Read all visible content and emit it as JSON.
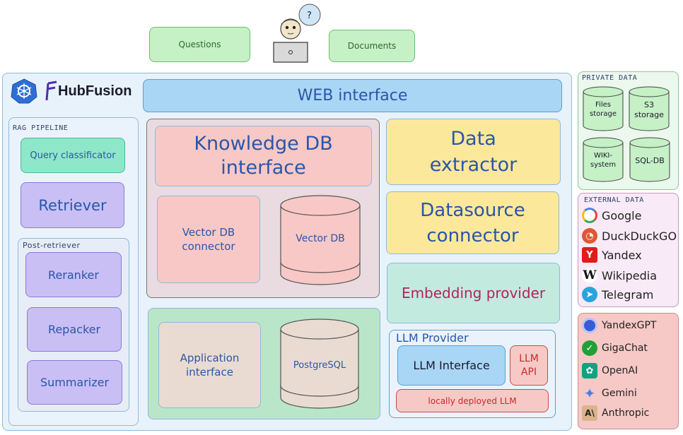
{
  "top": {
    "questions": "Questions",
    "documents": "Documents",
    "thought_bubble": "?"
  },
  "brand": {
    "name": "HubFusion"
  },
  "web_interface": "WEB interface",
  "rag": {
    "title": "RAG PIPELINE",
    "query_classificator": "Query classificator",
    "retriever": "Retriever",
    "post_retriever": {
      "title": "Post-retriever",
      "reranker": "Reranker",
      "repacker": "Repacker",
      "summarizer": "Summarizer"
    }
  },
  "knowledge": {
    "interface": "Knowledge DB interface",
    "vector_connector": "Vector DB connector",
    "vector_db": "Vector DB"
  },
  "app": {
    "interface": "Application interface",
    "postgres": "PostgreSQL"
  },
  "data_extractor": "Data extractor",
  "datasource_connector": "Datasource connector",
  "embedding_provider": "Embedding provider",
  "llm": {
    "title": "LLM Provider",
    "interface": "LLM Interface",
    "api": "LLM API",
    "local": "locally deployed LLM"
  },
  "private": {
    "title": "PRIVATE DATA",
    "files": "Files storage",
    "s3": "S3 storage",
    "wiki": "WIKI-system",
    "sql": "SQL-DB"
  },
  "external": {
    "title": "EXTERNAL DATA",
    "items": [
      "Google",
      "DuckDuckGO",
      "Yandex",
      "Wikipedia",
      "Telegram"
    ]
  },
  "llm_vendors": {
    "items": [
      "YandexGPT",
      "GigaChat",
      "OpenAI",
      "Gemini",
      "Anthropic"
    ]
  },
  "colors": {
    "main_panel": "#e8f2fa",
    "green": "#c6f0c6",
    "purple": "#c9bff5",
    "pink": "#f8c8c6",
    "yellow": "#fbe89a",
    "teal": "#c2eadf",
    "blue": "#a9d6f5",
    "redpanel": "#f6c9c6"
  }
}
